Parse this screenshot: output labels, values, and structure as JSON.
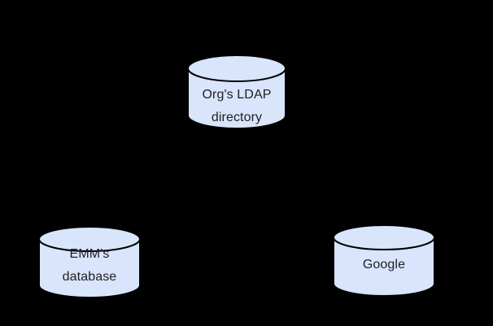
{
  "diagram": {
    "type": "database-topology-diagram",
    "colors": {
      "canvas_background": "#000000",
      "cylinder_fill": "#d9e5fa",
      "cylinder_stroke": "#000000",
      "label_text": "#202124"
    },
    "nodes": [
      {
        "id": "org-ldap-directory",
        "shape": "database-cylinder",
        "lines": {
          "0": "Org's LDAP",
          "1": "directory"
        }
      },
      {
        "id": "emm-database",
        "shape": "database-cylinder",
        "lines": {
          "0": "EMM's",
          "1": "database"
        }
      },
      {
        "id": "google",
        "shape": "database-cylinder",
        "lines": {
          "0": "Google"
        }
      }
    ]
  }
}
